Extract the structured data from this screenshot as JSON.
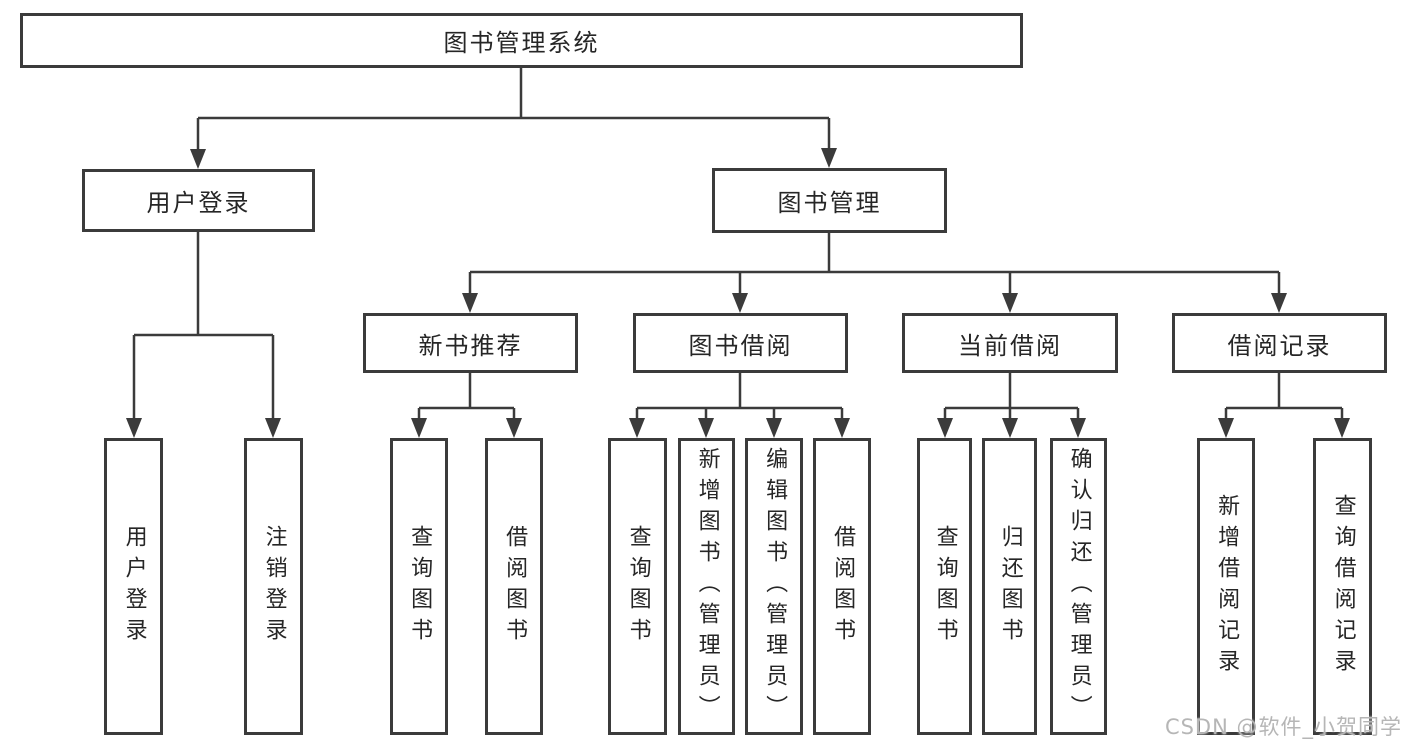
{
  "diagram": {
    "title": "图书管理系统",
    "root": {
      "label": "图书管理系统"
    },
    "level2": [
      {
        "label": "用户登录",
        "parent": "图书管理系统"
      },
      {
        "label": "图书管理",
        "parent": "图书管理系统"
      }
    ],
    "level3": [
      {
        "label": "新书推荐",
        "parent": "图书管理"
      },
      {
        "label": "图书借阅",
        "parent": "图书管理"
      },
      {
        "label": "当前借阅",
        "parent": "图书管理"
      },
      {
        "label": "借阅记录",
        "parent": "图书管理"
      }
    ],
    "leaves": [
      {
        "label": "用户登录",
        "parent": "用户登录"
      },
      {
        "label": "注销登录",
        "parent": "用户登录"
      },
      {
        "label": "查询图书",
        "parent": "新书推荐"
      },
      {
        "label": "借阅图书",
        "parent": "新书推荐"
      },
      {
        "label": "查询图书",
        "parent": "图书借阅"
      },
      {
        "label": "新增图书（管理员）",
        "parent": "图书借阅"
      },
      {
        "label": "编辑图书（管理员）",
        "parent": "图书借阅"
      },
      {
        "label": "借阅图书",
        "parent": "图书借阅"
      },
      {
        "label": "查询图书",
        "parent": "当前借阅"
      },
      {
        "label": "归还图书",
        "parent": "当前借阅"
      },
      {
        "label": "确认归还（管理员）",
        "parent": "当前借阅"
      },
      {
        "label": "新增借阅记录",
        "parent": "借阅记录"
      },
      {
        "label": "查询借阅记录",
        "parent": "借阅记录"
      }
    ]
  },
  "watermark": {
    "text": "CSDN @软件_小贺同学"
  },
  "colors": {
    "line": "#3b3b3b",
    "box_border": "#3b3b3b",
    "text": "#262626",
    "watermark": "#b6b6b6",
    "background": "#ffffff"
  }
}
